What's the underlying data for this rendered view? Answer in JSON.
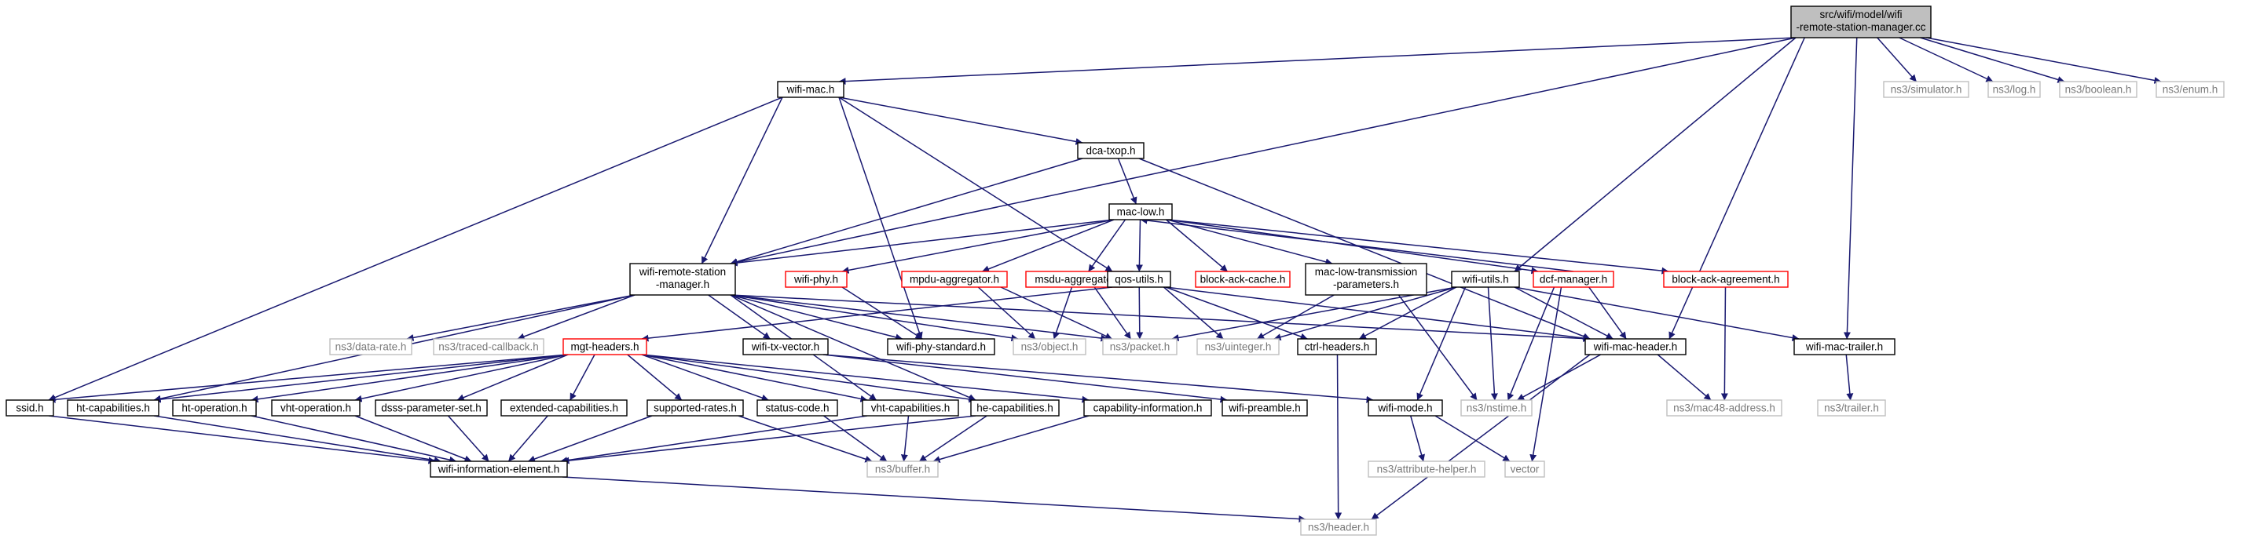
{
  "colors": {
    "edge": "#191970",
    "root_fill": "#bfbfbf",
    "normal_border": "#000000",
    "red_border": "#ff0000",
    "gray_border": "#bfbfbf",
    "gray_text": "#7a7a7a"
  },
  "nodes": [
    {
      "id": "root",
      "lines": [
        "src/wifi/model/wifi",
        "-remote-station-manager.cc"
      ],
      "style": "root"
    },
    {
      "id": "wifimac",
      "lines": [
        "wifi-mac.h"
      ],
      "style": "normal"
    },
    {
      "id": "sim",
      "lines": [
        "ns3/simulator.h"
      ],
      "style": "gray"
    },
    {
      "id": "log",
      "lines": [
        "ns3/log.h"
      ],
      "style": "gray"
    },
    {
      "id": "bool",
      "lines": [
        "ns3/boolean.h"
      ],
      "style": "gray"
    },
    {
      "id": "enum",
      "lines": [
        "ns3/enum.h"
      ],
      "style": "gray"
    },
    {
      "id": "dca",
      "lines": [
        "dca-txop.h"
      ],
      "style": "normal"
    },
    {
      "id": "maclow",
      "lines": [
        "mac-low.h"
      ],
      "style": "normal"
    },
    {
      "id": "wrsm",
      "lines": [
        "wifi-remote-station",
        "-manager.h"
      ],
      "style": "normal"
    },
    {
      "id": "wifiphy",
      "lines": [
        "wifi-phy.h"
      ],
      "style": "red"
    },
    {
      "id": "mpdu",
      "lines": [
        "mpdu-aggregator.h"
      ],
      "style": "red"
    },
    {
      "id": "msdu",
      "lines": [
        "msdu-aggregator.h"
      ],
      "style": "red"
    },
    {
      "id": "qos",
      "lines": [
        "qos-utils.h"
      ],
      "style": "normal"
    },
    {
      "id": "bac",
      "lines": [
        "block-ack-cache.h"
      ],
      "style": "red"
    },
    {
      "id": "mltp",
      "lines": [
        "mac-low-transmission",
        "-parameters.h"
      ],
      "style": "normal"
    },
    {
      "id": "wutils",
      "lines": [
        "wifi-utils.h"
      ],
      "style": "normal"
    },
    {
      "id": "dcf",
      "lines": [
        "dcf-manager.h"
      ],
      "style": "red"
    },
    {
      "id": "baa",
      "lines": [
        "block-ack-agreement.h"
      ],
      "style": "red"
    },
    {
      "id": "datarate",
      "lines": [
        "ns3/data-rate.h"
      ],
      "style": "gray"
    },
    {
      "id": "tcb",
      "lines": [
        "ns3/traced-callback.h"
      ],
      "style": "gray"
    },
    {
      "id": "wtv",
      "lines": [
        "wifi-tx-vector.h"
      ],
      "style": "normal"
    },
    {
      "id": "wps",
      "lines": [
        "wifi-phy-standard.h"
      ],
      "style": "normal"
    },
    {
      "id": "obj",
      "lines": [
        "ns3/object.h"
      ],
      "style": "gray"
    },
    {
      "id": "packet",
      "lines": [
        "ns3/packet.h"
      ],
      "style": "gray"
    },
    {
      "id": "uint",
      "lines": [
        "ns3/uinteger.h"
      ],
      "style": "gray"
    },
    {
      "id": "ctrl",
      "lines": [
        "ctrl-headers.h"
      ],
      "style": "normal"
    },
    {
      "id": "wmh",
      "lines": [
        "wifi-mac-header.h"
      ],
      "style": "normal"
    },
    {
      "id": "wmt",
      "lines": [
        "wifi-mac-trailer.h"
      ],
      "style": "normal"
    },
    {
      "id": "mgt",
      "lines": [
        "mgt-headers.h"
      ],
      "style": "red"
    },
    {
      "id": "ssid",
      "lines": [
        "ssid.h"
      ],
      "style": "normal"
    },
    {
      "id": "htcap",
      "lines": [
        "ht-capabilities.h"
      ],
      "style": "normal"
    },
    {
      "id": "htop",
      "lines": [
        "ht-operation.h"
      ],
      "style": "normal"
    },
    {
      "id": "vhtop",
      "lines": [
        "vht-operation.h"
      ],
      "style": "normal"
    },
    {
      "id": "dsss",
      "lines": [
        "dsss-parameter-set.h"
      ],
      "style": "normal"
    },
    {
      "id": "extcap",
      "lines": [
        "extended-capabilities.h"
      ],
      "style": "normal"
    },
    {
      "id": "suprates",
      "lines": [
        "supported-rates.h"
      ],
      "style": "normal"
    },
    {
      "id": "status",
      "lines": [
        "status-code.h"
      ],
      "style": "normal"
    },
    {
      "id": "vhtcap",
      "lines": [
        "vht-capabilities.h"
      ],
      "style": "normal"
    },
    {
      "id": "hecap",
      "lines": [
        "he-capabilities.h"
      ],
      "style": "normal"
    },
    {
      "id": "capinfo",
      "lines": [
        "capability-information.h"
      ],
      "style": "normal"
    },
    {
      "id": "wpre",
      "lines": [
        "wifi-preamble.h"
      ],
      "style": "normal"
    },
    {
      "id": "wmode",
      "lines": [
        "wifi-mode.h"
      ],
      "style": "normal"
    },
    {
      "id": "nstime",
      "lines": [
        "ns3/nstime.h"
      ],
      "style": "gray"
    },
    {
      "id": "mac48",
      "lines": [
        "ns3/mac48-address.h"
      ],
      "style": "gray"
    },
    {
      "id": "trailer",
      "lines": [
        "ns3/trailer.h"
      ],
      "style": "gray"
    },
    {
      "id": "wie",
      "lines": [
        "wifi-information-element.h"
      ],
      "style": "normal"
    },
    {
      "id": "buffer",
      "lines": [
        "ns3/buffer.h"
      ],
      "style": "gray"
    },
    {
      "id": "attr",
      "lines": [
        "ns3/attribute-helper.h"
      ],
      "style": "gray"
    },
    {
      "id": "vector",
      "lines": [
        "vector"
      ],
      "style": "gray"
    },
    {
      "id": "header",
      "lines": [
        "ns3/header.h"
      ],
      "style": "gray"
    }
  ],
  "edges": [
    [
      "root",
      "wifimac"
    ],
    [
      "root",
      "sim"
    ],
    [
      "root",
      "log"
    ],
    [
      "root",
      "bool"
    ],
    [
      "root",
      "enum"
    ],
    [
      "root",
      "wrsm"
    ],
    [
      "root",
      "wutils"
    ],
    [
      "root",
      "wmh"
    ],
    [
      "root",
      "wmt"
    ],
    [
      "wifimac",
      "dca"
    ],
    [
      "wifimac",
      "wrsm"
    ],
    [
      "wifimac",
      "qos"
    ],
    [
      "wifimac",
      "ssid"
    ],
    [
      "wifimac",
      "wps"
    ],
    [
      "dca",
      "maclow"
    ],
    [
      "dca",
      "wrsm"
    ],
    [
      "dca",
      "wmh"
    ],
    [
      "maclow",
      "wrsm"
    ],
    [
      "maclow",
      "wifiphy"
    ],
    [
      "maclow",
      "mpdu"
    ],
    [
      "maclow",
      "msdu"
    ],
    [
      "maclow",
      "qos"
    ],
    [
      "maclow",
      "bac"
    ],
    [
      "maclow",
      "mltp"
    ],
    [
      "maclow",
      "dcf"
    ],
    [
      "maclow",
      "baa"
    ],
    [
      "dcf",
      "maclow"
    ],
    [
      "dcf",
      "wmh"
    ],
    [
      "dcf",
      "nstime"
    ],
    [
      "dcf",
      "vector"
    ],
    [
      "wrsm",
      "datarate"
    ],
    [
      "wrsm",
      "tcb"
    ],
    [
      "wrsm",
      "wtv"
    ],
    [
      "wrsm",
      "wps"
    ],
    [
      "wrsm",
      "obj"
    ],
    [
      "wrsm",
      "packet"
    ],
    [
      "wrsm",
      "wmh"
    ],
    [
      "wrsm",
      "htcap"
    ],
    [
      "wrsm",
      "vhtcap"
    ],
    [
      "wrsm",
      "hecap"
    ],
    [
      "wifiphy",
      "wps"
    ],
    [
      "mpdu",
      "obj"
    ],
    [
      "mpdu",
      "packet"
    ],
    [
      "msdu",
      "obj"
    ],
    [
      "msdu",
      "packet"
    ],
    [
      "qos",
      "packet"
    ],
    [
      "qos",
      "uint"
    ],
    [
      "qos",
      "ctrl"
    ],
    [
      "qos",
      "wmh"
    ],
    [
      "qos",
      "mgt"
    ],
    [
      "mltp",
      "uint"
    ],
    [
      "mltp",
      "nstime"
    ],
    [
      "wutils",
      "packet"
    ],
    [
      "wutils",
      "uint"
    ],
    [
      "wutils",
      "ctrl"
    ],
    [
      "wutils",
      "wmh"
    ],
    [
      "wutils",
      "wmt"
    ],
    [
      "wutils",
      "wmode"
    ],
    [
      "wutils",
      "nstime"
    ],
    [
      "baa",
      "mac48"
    ],
    [
      "wtv",
      "wmode"
    ],
    [
      "wtv",
      "wpre"
    ],
    [
      "ctrl",
      "header"
    ],
    [
      "wmh",
      "nstime"
    ],
    [
      "wmh",
      "mac48"
    ],
    [
      "wmh",
      "header"
    ],
    [
      "wmt",
      "trailer"
    ],
    [
      "mgt",
      "ssid"
    ],
    [
      "mgt",
      "htcap"
    ],
    [
      "mgt",
      "htop"
    ],
    [
      "mgt",
      "vhtop"
    ],
    [
      "mgt",
      "dsss"
    ],
    [
      "mgt",
      "extcap"
    ],
    [
      "mgt",
      "suprates"
    ],
    [
      "mgt",
      "status"
    ],
    [
      "mgt",
      "vhtcap"
    ],
    [
      "mgt",
      "hecap"
    ],
    [
      "mgt",
      "capinfo"
    ],
    [
      "ssid",
      "wie"
    ],
    [
      "htcap",
      "wie"
    ],
    [
      "htop",
      "wie"
    ],
    [
      "vhtop",
      "wie"
    ],
    [
      "dsss",
      "wie"
    ],
    [
      "extcap",
      "wie"
    ],
    [
      "suprates",
      "wie"
    ],
    [
      "suprates",
      "buffer"
    ],
    [
      "status",
      "buffer"
    ],
    [
      "vhtcap",
      "wie"
    ],
    [
      "vhtcap",
      "buffer"
    ],
    [
      "hecap",
      "wie"
    ],
    [
      "hecap",
      "buffer"
    ],
    [
      "capinfo",
      "buffer"
    ],
    [
      "wmode",
      "attr"
    ],
    [
      "wmode",
      "vector"
    ],
    [
      "wie",
      "header"
    ]
  ]
}
